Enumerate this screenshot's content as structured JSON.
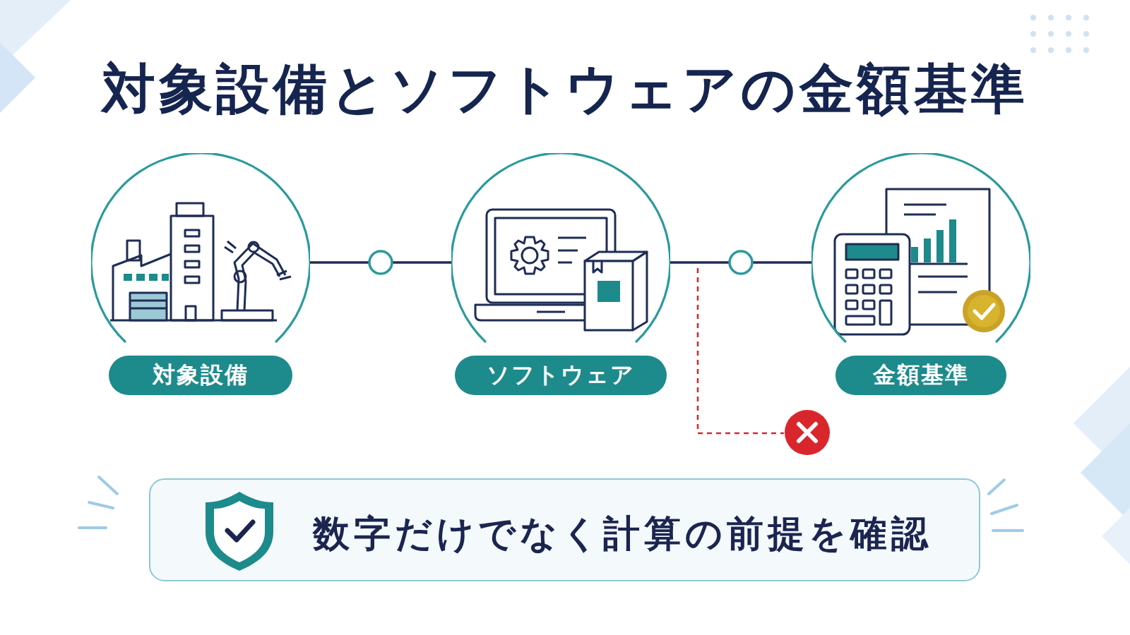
{
  "diagram": {
    "title": "対象設備とソフトウェアの金額基準",
    "nodes": [
      {
        "text": [
          "対象設備"
        ]
      },
      {
        "text": [
          "ソフトウェア"
        ]
      },
      {
        "text": [
          "金額基準"
        ]
      },
      {
        "text": [
          "数字だけでなく計算の前提を確認"
        ]
      }
    ],
    "edges": [
      {
        "from": 0,
        "to": 1,
        "arrow": "none"
      },
      {
        "from": 1,
        "to": 2,
        "arrow": "none"
      }
    ]
  }
}
